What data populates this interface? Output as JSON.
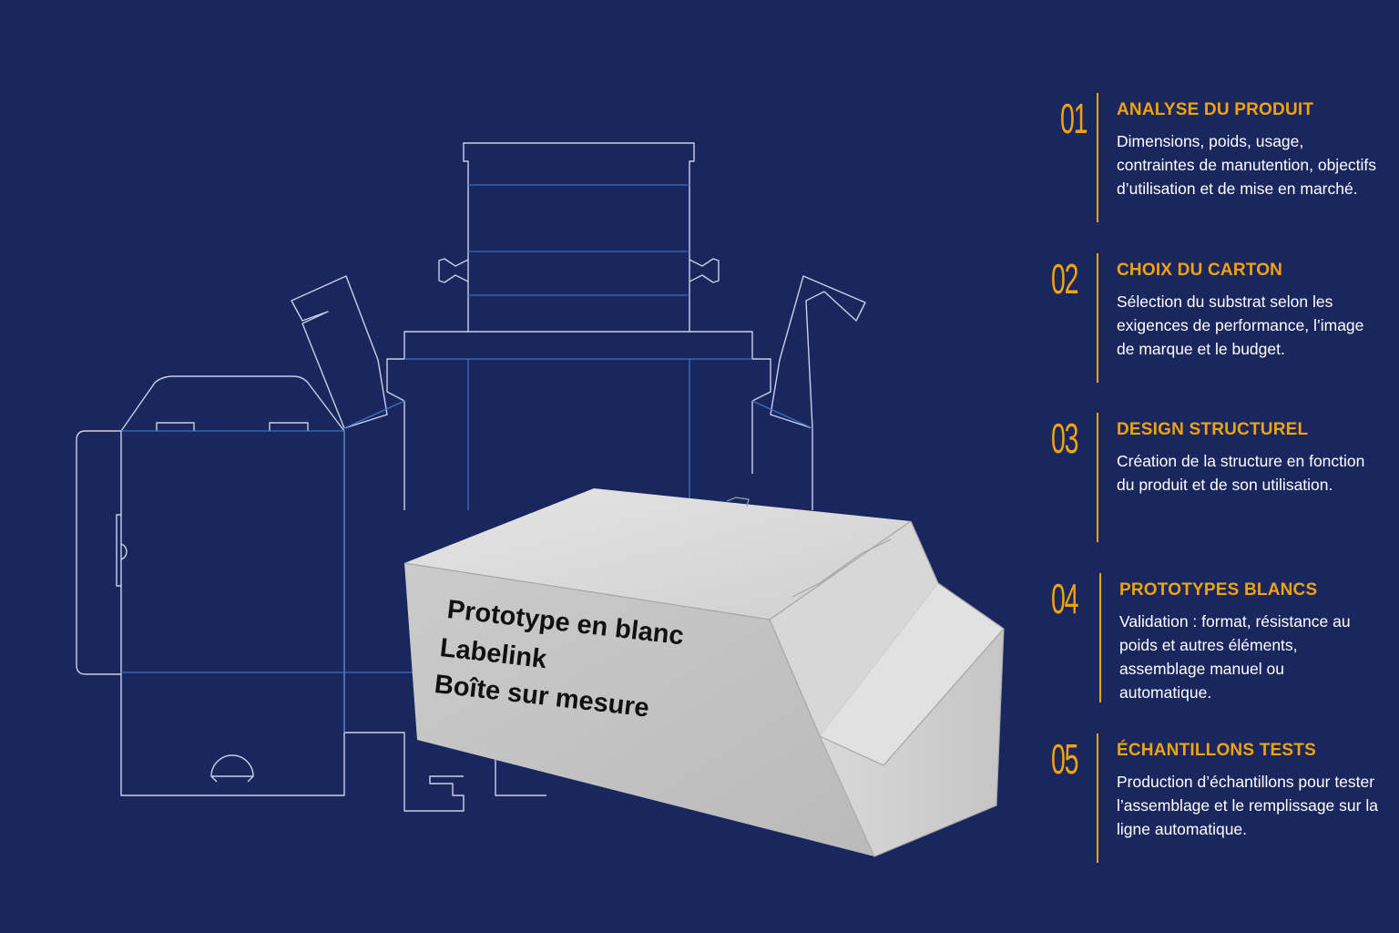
{
  "box_labels": {
    "line1": "Prototype en blanc",
    "line2": "Labelink",
    "line3": "Boîte sur mesure"
  },
  "steps": [
    {
      "number": "01",
      "title": "ANALYSE DU PRODUIT",
      "description": "Dimensions, poids, usage, contraintes de manutention, objectifs d’utilisation et de mise en marché."
    },
    {
      "number": "02",
      "title": "CHOIX DU CARTON",
      "description": "Sélection du substrat selon les exigences de performance, l’image de marque et le budget."
    },
    {
      "number": "03",
      "title": "DESIGN STRUCTUREL",
      "description": "Création de la structure en fonction du produit et de son utilisation."
    },
    {
      "number": "04",
      "title": "PROTOTYPES BLANCS",
      "description": "Validation : format, résistance au poids et autres éléments, assemblage manuel ou automatique."
    },
    {
      "number": "05",
      "title": "ÉCHANTILLONS TESTS",
      "description": "Production d’échantillons pour tester l’assemblage et le remplissage sur la ligne automatique."
    }
  ],
  "colors": {
    "background": "#19275e",
    "accent": "#f2a20c",
    "text": "#ffffff",
    "dieline": "#c9d0e6",
    "fold_line": "#3f6fc0",
    "box": "#d2d3d2"
  }
}
